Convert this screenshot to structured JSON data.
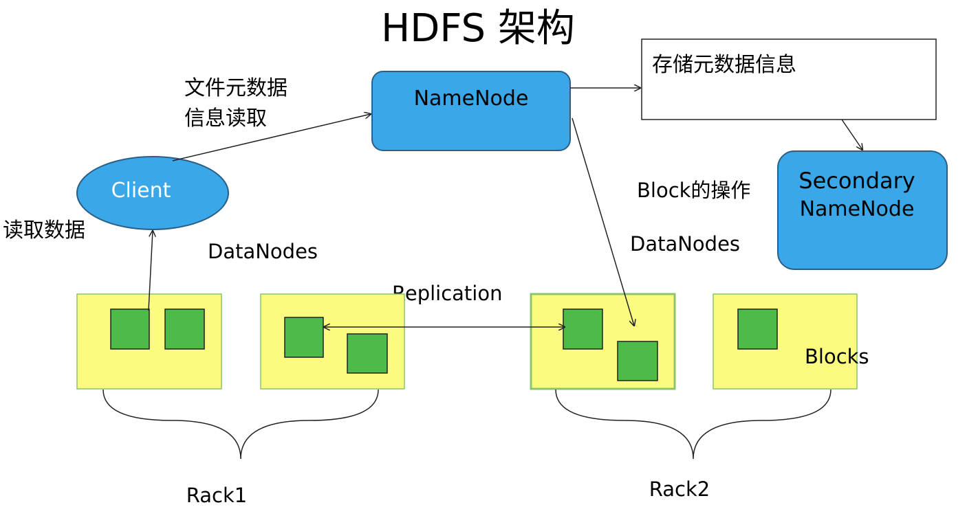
{
  "title": "HDFS 架构",
  "nodes": {
    "namenode": "NameNode",
    "client": "Client",
    "secondary": [
      "Secondary",
      "NameNode"
    ],
    "metadata_box": "存储元数据信息"
  },
  "labels": {
    "file_metadata_read": [
      "文件元数据",
      "信息读取"
    ],
    "read_data": "读取数据",
    "block_ops": "Block的操作",
    "datanodes_left": "DataNodes",
    "datanodes_right": "DataNodes",
    "replication": "Replication",
    "blocks": "Blocks",
    "rack1": "Rack1",
    "rack2": "Rack2"
  },
  "colors": {
    "node_fill": "#3aa7e8",
    "node_stroke": "#2b5e86",
    "datanode_fill": "#fbfb80",
    "datanode_stroke": "#8cc46c",
    "block_fill": "#4cbb49",
    "block_stroke": "#222222"
  }
}
